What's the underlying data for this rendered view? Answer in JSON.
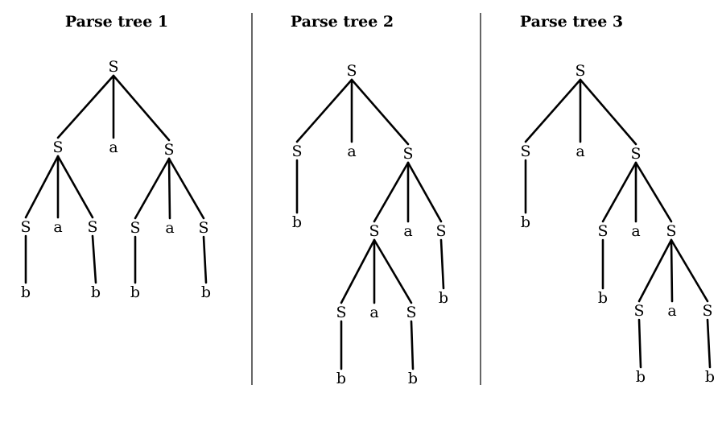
{
  "trees": [
    {
      "title": "Parse tree 1",
      "nodes": [
        {
          "id": "r",
          "label": "S",
          "parent": null
        },
        {
          "id": "L",
          "label": "S",
          "parent": "r"
        },
        {
          "id": "A",
          "label": "a",
          "parent": "r"
        },
        {
          "id": "R",
          "label": "S",
          "parent": "r"
        },
        {
          "id": "LL",
          "label": "S",
          "parent": "L"
        },
        {
          "id": "LA",
          "label": "a",
          "parent": "L"
        },
        {
          "id": "LR",
          "label": "S",
          "parent": "L"
        },
        {
          "id": "RL",
          "label": "S",
          "parent": "R"
        },
        {
          "id": "RA",
          "label": "a",
          "parent": "R"
        },
        {
          "id": "RR",
          "label": "S",
          "parent": "R"
        },
        {
          "id": "LLb",
          "label": "b",
          "parent": "LL"
        },
        {
          "id": "LRb",
          "label": "b",
          "parent": "LR"
        },
        {
          "id": "RLb",
          "label": "b",
          "parent": "RL"
        },
        {
          "id": "RRb",
          "label": "b",
          "parent": "RR"
        }
      ]
    },
    {
      "title": "Parse tree 2",
      "nodes": [
        {
          "id": "r",
          "label": "S",
          "parent": null
        },
        {
          "id": "L",
          "label": "S",
          "parent": "r"
        },
        {
          "id": "A",
          "label": "a",
          "parent": "r"
        },
        {
          "id": "R",
          "label": "S",
          "parent": "r"
        },
        {
          "id": "Lb",
          "label": "b",
          "parent": "L"
        },
        {
          "id": "RL",
          "label": "S",
          "parent": "R"
        },
        {
          "id": "RA",
          "label": "a",
          "parent": "R"
        },
        {
          "id": "RR",
          "label": "S",
          "parent": "R"
        },
        {
          "id": "RRb",
          "label": "b",
          "parent": "RR"
        },
        {
          "id": "RLL",
          "label": "S",
          "parent": "RL"
        },
        {
          "id": "RLA",
          "label": "a",
          "parent": "RL"
        },
        {
          "id": "RLR",
          "label": "S",
          "parent": "RL"
        },
        {
          "id": "RLLb",
          "label": "b",
          "parent": "RLL"
        },
        {
          "id": "RLRb",
          "label": "b",
          "parent": "RLR"
        }
      ]
    },
    {
      "title": "Parse tree 3",
      "nodes": [
        {
          "id": "r",
          "label": "S",
          "parent": null
        },
        {
          "id": "L",
          "label": "S",
          "parent": "r"
        },
        {
          "id": "A",
          "label": "a",
          "parent": "r"
        },
        {
          "id": "R",
          "label": "S",
          "parent": "r"
        },
        {
          "id": "Lb",
          "label": "b",
          "parent": "L"
        },
        {
          "id": "RL",
          "label": "S",
          "parent": "R"
        },
        {
          "id": "RA",
          "label": "a",
          "parent": "R"
        },
        {
          "id": "RR",
          "label": "S",
          "parent": "R"
        },
        {
          "id": "RLb",
          "label": "b",
          "parent": "RL"
        },
        {
          "id": "RRL",
          "label": "S",
          "parent": "RR"
        },
        {
          "id": "RRA",
          "label": "a",
          "parent": "RR"
        },
        {
          "id": "RRR",
          "label": "S",
          "parent": "RR"
        },
        {
          "id": "RRLb",
          "label": "b",
          "parent": "RRL"
        },
        {
          "id": "RRRb",
          "label": "b",
          "parent": "RRR"
        }
      ]
    }
  ]
}
